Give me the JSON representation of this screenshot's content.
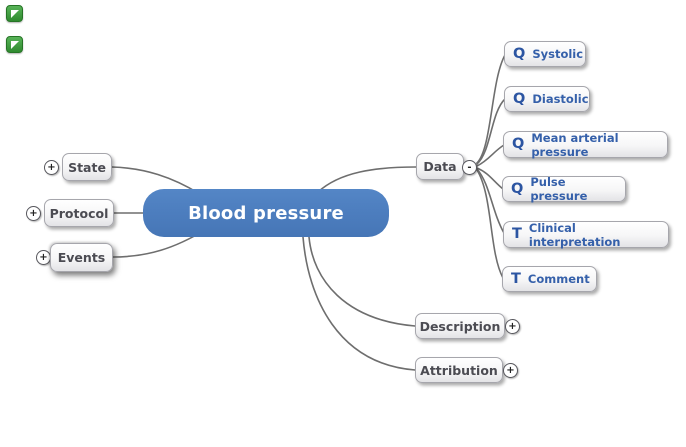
{
  "center_node": {
    "label": "Blood pressure"
  },
  "left_branches": [
    {
      "label": "State",
      "expander": "+"
    },
    {
      "label": "Protocol",
      "expander": "+"
    },
    {
      "label": "Events",
      "expander": "+"
    }
  ],
  "data_branch": {
    "label": "Data",
    "expander": "-",
    "children": [
      {
        "icon": "Q",
        "label": "Systolic"
      },
      {
        "icon": "Q",
        "label": "Diastolic"
      },
      {
        "icon": "Q",
        "label": "Mean arterial pressure"
      },
      {
        "icon": "Q",
        "label": "Pulse pressure"
      },
      {
        "icon": "T",
        "label": "Clinical interpretation"
      },
      {
        "icon": "T",
        "label": "Comment"
      }
    ]
  },
  "bottom_branches": [
    {
      "label": "Description",
      "expander": "+"
    },
    {
      "label": "Attribution",
      "expander": "+"
    }
  ],
  "nav": {
    "button_count": 2
  },
  "colors": {
    "center_blue": "#4d7ebf",
    "child_text_blue": "#3560aa",
    "type_icon_blue": "#2c55a2",
    "node_text_gray": "#4b4b52",
    "connector_gray": "#6e6e6e",
    "nav_green": "#2f8a2f"
  }
}
